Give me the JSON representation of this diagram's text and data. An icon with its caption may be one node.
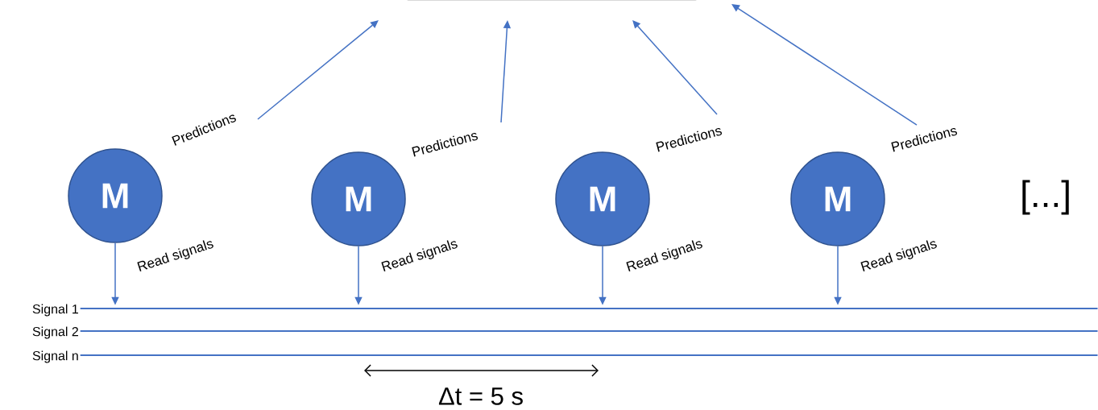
{
  "diagram": {
    "nodes": [
      {
        "text": [],
        "shape": "box"
      },
      {
        "text": [
          "M"
        ]
      },
      {
        "text": [
          "M"
        ]
      },
      {
        "text": [
          "M"
        ]
      },
      {
        "text": [
          "M"
        ]
      },
      {
        "text": [],
        "shape": "bar",
        "beside": [
          "Signal 1"
        ]
      },
      {
        "text": [],
        "shape": "bar",
        "beside": [
          "Signal 2"
        ]
      },
      {
        "text": [],
        "shape": "bar",
        "beside": [
          "Signal n"
        ]
      }
    ],
    "edges": [
      {
        "from": null,
        "to": 0,
        "arrow": "to",
        "label": "Predictions"
      },
      {
        "from": null,
        "to": 0,
        "arrow": "to",
        "label": "Predictions"
      },
      {
        "from": null,
        "to": 0,
        "arrow": "to",
        "label": "Predictions"
      },
      {
        "from": null,
        "to": 0,
        "arrow": "to",
        "label": "Predictions"
      },
      {
        "from": 1,
        "to": 5,
        "arrow": "to",
        "label": "Read signals"
      },
      {
        "from": 2,
        "to": 5,
        "arrow": "to",
        "label": "Read signals"
      },
      {
        "from": 3,
        "to": 5,
        "arrow": "to",
        "label": "Read signals"
      },
      {
        "from": 4,
        "to": 5,
        "arrow": "to",
        "label": "Read signals"
      }
    ],
    "labels": [
      "[...]",
      "Δt = 5 s"
    ]
  }
}
